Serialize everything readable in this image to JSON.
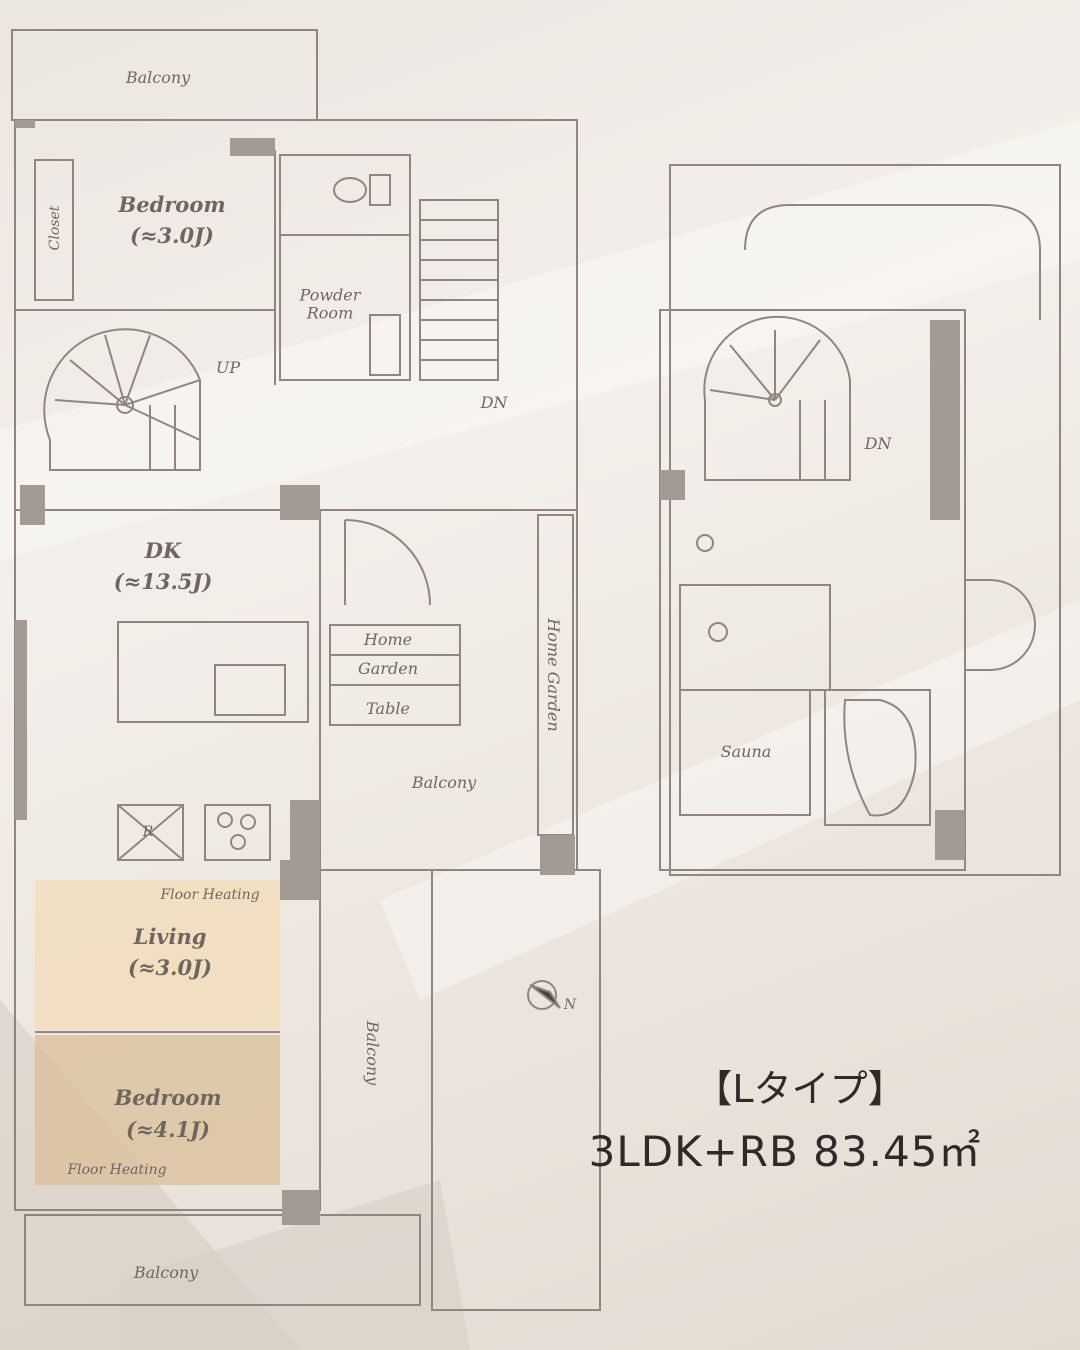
{
  "title": "【Lタイプ】",
  "spec": "3LDK+RB  83.45㎡",
  "colors": {
    "wall": "#9a918a",
    "line": "#7d746d",
    "living_fill": "#f3dcb8",
    "bedroom_fill": "#d9bf98"
  },
  "plan": {
    "balcony_top": "Balcony",
    "closet": "Closet",
    "bedroom1": {
      "name": "Bedroom",
      "size": "(≈3.0J)"
    },
    "powder_room": "Powder Room",
    "up": "UP",
    "dn1": "DN",
    "dk": {
      "name": "DK",
      "size": "(≈13.5J)"
    },
    "home_garden_table": [
      "Home",
      "Garden",
      "Table"
    ],
    "home_garden": "Home Garden",
    "balcony_mid": "Balcony",
    "refrigerator": "R",
    "floor_heating_1": "Floor Heating",
    "living": {
      "name": "Living",
      "size": "(≈3.0J)"
    },
    "bedroom2": {
      "name": "Bedroom",
      "size": "(≈4.1J)"
    },
    "floor_heating_2": "Floor Heating",
    "balcony_side": "Balcony",
    "balcony_bottom": "Balcony",
    "dn2": "DN",
    "sauna": "Sauna",
    "compass": "N"
  }
}
